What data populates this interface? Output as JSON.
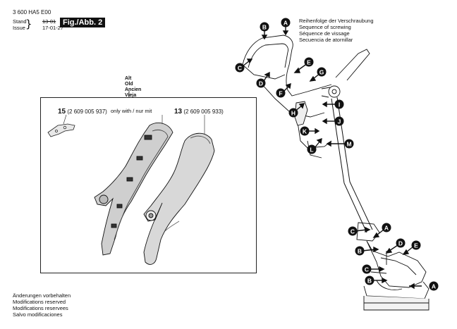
{
  "header": {
    "doc_number": "3 600 HA5 E00",
    "stand_label": "Stand",
    "issue_label": "Issue",
    "stand_value": "13-01",
    "issue_value": "17-01-27",
    "fig_label": "Fig./Abb. 2"
  },
  "sequence_note": [
    "Reihenfolge der Verschraubung",
    "Sequence of screwing",
    "Séquence de vissage",
    "Secuencia de atornillar"
  ],
  "old_label": [
    "Alt",
    "Old",
    "Ancien",
    "Vieja"
  ],
  "parts": {
    "part15": {
      "number": "15",
      "code": "(2 609 005 937)"
    },
    "note": "only with / nur mit",
    "part13": {
      "number": "13",
      "code": "(2 609 005 933)"
    }
  },
  "modifications": [
    "Änderungen vorbehalten",
    "Modifications reserved",
    "Modifications reservees",
    "Salvo modificaciones"
  ],
  "callout_letters": [
    "A",
    "B",
    "C",
    "D",
    "E",
    "F",
    "G",
    "H",
    "I",
    "J",
    "K",
    "L",
    "M"
  ]
}
